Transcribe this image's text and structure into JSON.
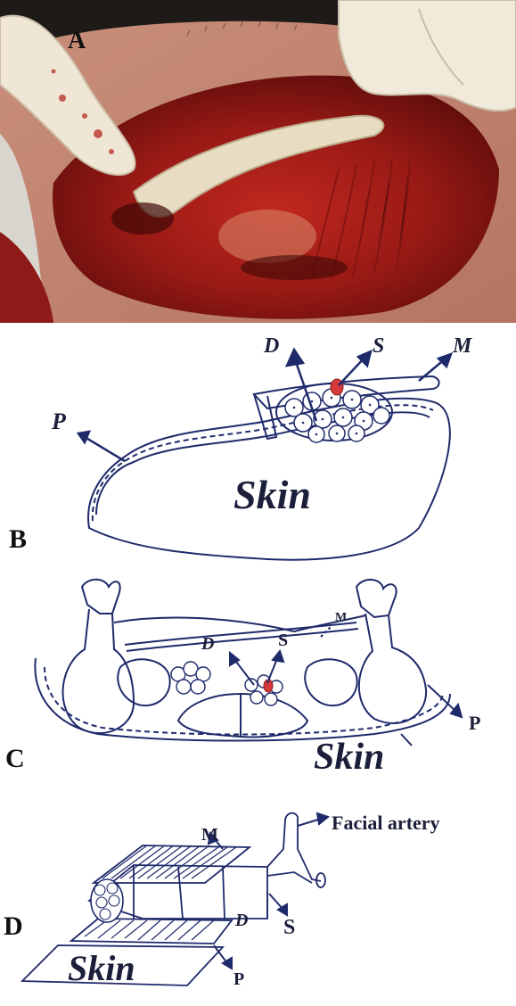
{
  "panels": {
    "a": {
      "label": "A"
    },
    "b": {
      "label": "B",
      "annotations": {
        "d": "D",
        "s": "S",
        "m": "M",
        "p": "P",
        "skin": "Skin"
      }
    },
    "c": {
      "label": "C",
      "annotations": {
        "d": "D",
        "s": "S",
        "m": "M",
        "p": "P",
        "skin": "Skin"
      }
    },
    "d": {
      "label": "D",
      "annotations": {
        "facial_artery": "Facial artery",
        "m": "M",
        "s": "S",
        "d": "D",
        "p": "P",
        "skin": "Skin"
      }
    }
  },
  "colors": {
    "ink": "#1f2a6b",
    "accent": "#d63a3a",
    "tissue_dark": "#6b0f0f",
    "tissue_mid": "#a61c1c",
    "glove": "#efe6d6"
  }
}
